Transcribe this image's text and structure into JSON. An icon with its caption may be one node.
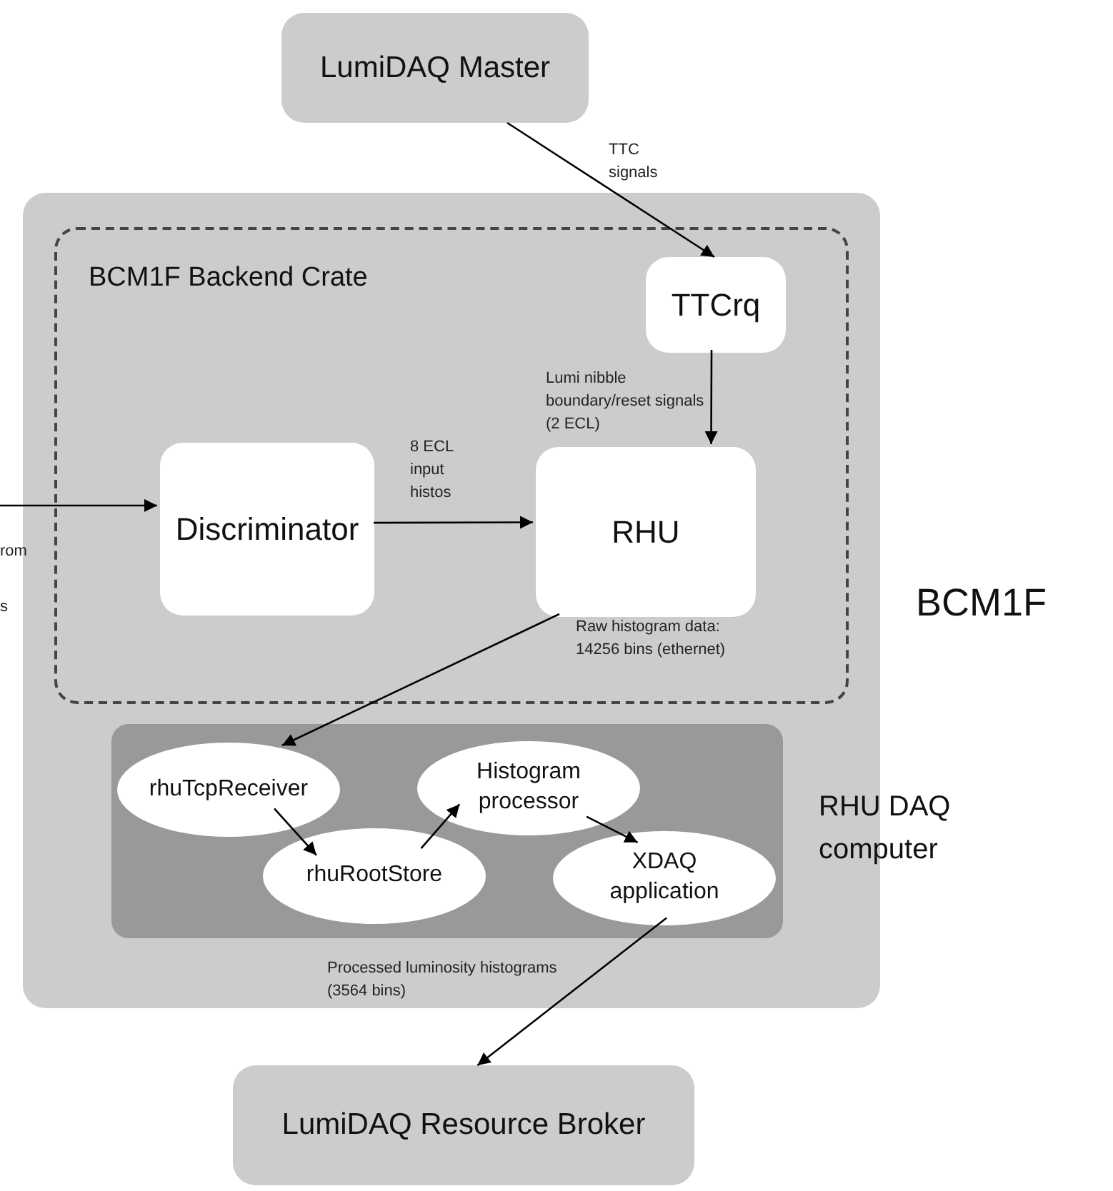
{
  "diagram": {
    "nodes": [
      {
        "text": [
          "LumiDAQ Master"
        ]
      },
      {
        "text": [
          "BCM1F"
        ]
      },
      {
        "text": [
          "BCM1F Backend Crate"
        ],
        "in": 1
      },
      {
        "text": [
          "TTCrq"
        ],
        "in": 2
      },
      {
        "text": [
          "Discriminator"
        ],
        "in": 2
      },
      {
        "text": [
          "RHU"
        ],
        "in": 2
      },
      {
        "text": [
          "RHU DAQ computer"
        ],
        "in": 1
      },
      {
        "text": [
          "rhuTcpReceiver"
        ],
        "in": 6
      },
      {
        "text": [
          "Histogram processor"
        ],
        "in": 6
      },
      {
        "text": [
          "rhuRootStore"
        ],
        "in": 6
      },
      {
        "text": [
          "XDAQ application"
        ],
        "in": 6
      },
      {
        "text": [
          "LumiDAQ Resource Broker"
        ]
      }
    ],
    "edges": [
      {
        "from": 0,
        "to": 3,
        "arrow": "to",
        "label": "TTC signals"
      },
      {
        "from": 3,
        "to": 5,
        "arrow": "to",
        "label": "Lumi nibble boundary/reset signals (2 ECL)"
      },
      {
        "from": null,
        "to": 4,
        "arrow": "to"
      },
      {
        "from": 4,
        "to": 5,
        "arrow": "to",
        "label": "8 ECL input histos"
      },
      {
        "from": 5,
        "to": 7,
        "arrow": "to",
        "label": "Raw histogram data: 14256 bins (ethernet)"
      },
      {
        "from": 7,
        "to": 9,
        "arrow": "to"
      },
      {
        "from": 9,
        "to": 8,
        "arrow": "to"
      },
      {
        "from": 8,
        "to": 10,
        "arrow": "to"
      },
      {
        "from": 10,
        "to": 11,
        "arrow": "to",
        "label": "Processed luminosity histograms (3564 bins)"
      }
    ],
    "labels": [
      "rom",
      "s"
    ]
  }
}
